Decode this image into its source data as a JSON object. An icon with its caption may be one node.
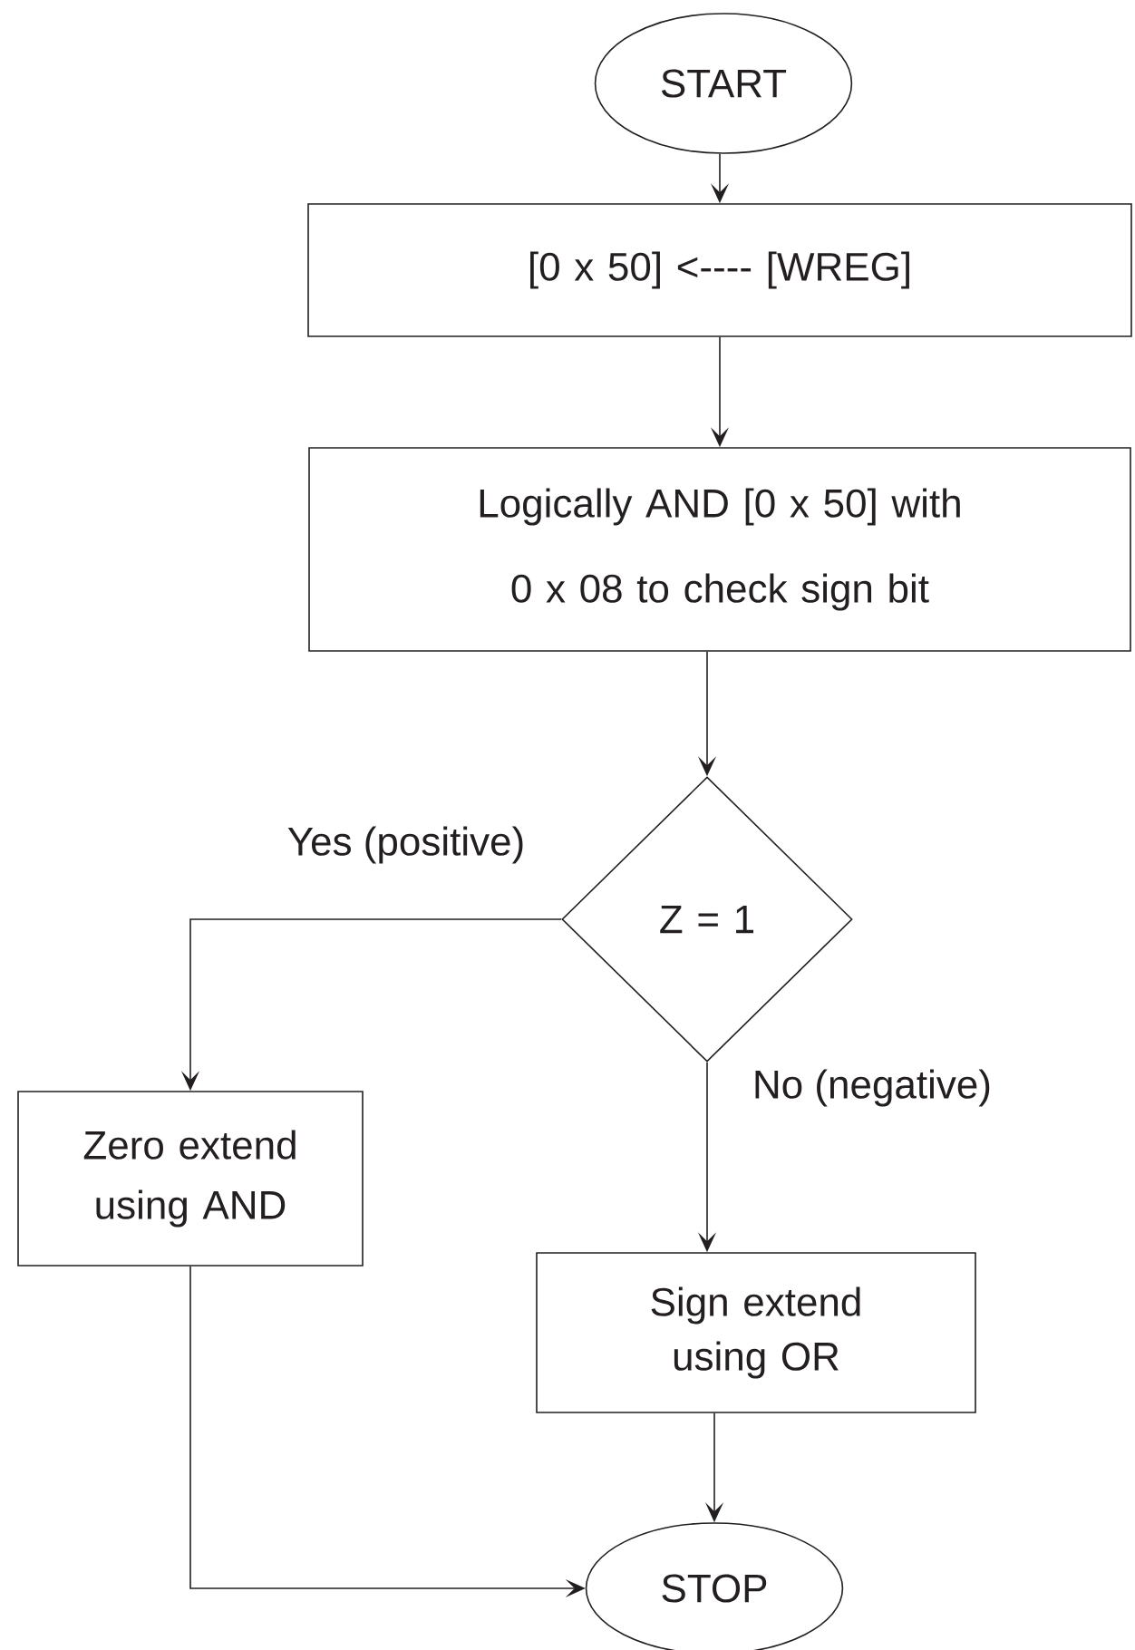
{
  "diagram": {
    "nodes": [
      {
        "text": [
          "START"
        ]
      },
      {
        "text": [
          "[0 x 50] <---- [WREG]"
        ]
      },
      {
        "text": [
          "Logically AND [0 x 50] with 0 x 08 to check sign bit"
        ]
      },
      {
        "text": [
          "Z = 1"
        ]
      },
      {
        "text": [
          "Zero extend using AND"
        ]
      },
      {
        "text": [
          "Sign extend using OR"
        ]
      },
      {
        "text": [
          "STOP"
        ]
      }
    ],
    "edges": [
      {
        "from": 0,
        "to": 1,
        "arrow": "to"
      },
      {
        "from": 1,
        "to": 2,
        "arrow": "to"
      },
      {
        "from": 2,
        "to": 3,
        "arrow": "to"
      },
      {
        "from": 3,
        "to": 4,
        "arrow": "to",
        "label": "Yes (positive)"
      },
      {
        "from": 3,
        "to": 5,
        "arrow": "to",
        "label": "No (negative)"
      },
      {
        "from": 5,
        "to": 6,
        "arrow": "to"
      },
      {
        "from": 4,
        "to": 6,
        "arrow": "to"
      }
    ]
  }
}
